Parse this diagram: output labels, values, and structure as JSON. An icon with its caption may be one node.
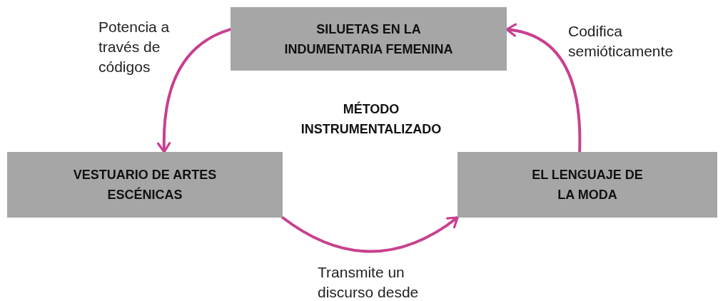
{
  "diagram": {
    "nodes": [
      {
        "text": [
          "SILUETAS EN LA INDUMENTARIA FEMENINA"
        ]
      },
      {
        "text": [
          "VESTUARIO DE ARTES ESCÉNICAS"
        ]
      },
      {
        "text": [
          "EL LENGUAJE DE LA MODA"
        ]
      }
    ],
    "edges": [
      {
        "from": 0,
        "to": 1,
        "arrow": "to",
        "label": "Potencia a través de códigos"
      },
      {
        "from": 1,
        "to": 2,
        "arrow": "to",
        "label": "Transmite un discurso desde"
      },
      {
        "from": 2,
        "to": 0,
        "arrow": "to",
        "label": "Codifica semióticamente"
      }
    ],
    "labels": [
      "MÉTODO INSTRUMENTALIZADO"
    ]
  }
}
